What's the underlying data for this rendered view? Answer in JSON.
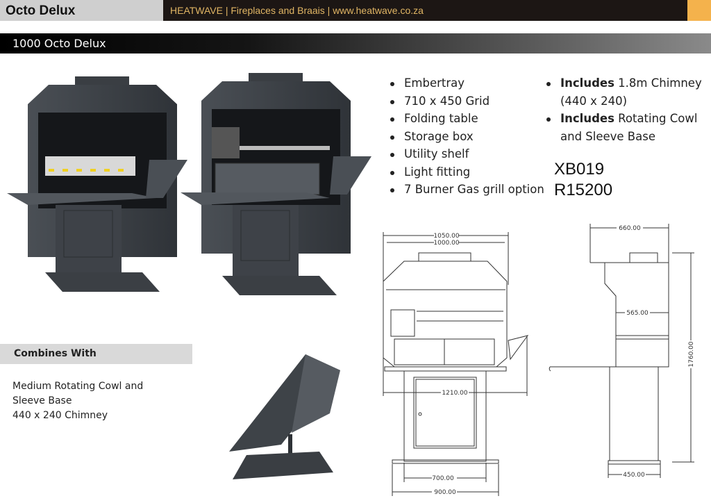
{
  "header": {
    "title": "Octo Delux",
    "brand": "HEATWAVE | Fireplaces and Braais | www.heatwave.co.za",
    "accent_color": "#f4b24c"
  },
  "model_bar": {
    "title": "1000 Octo Delux"
  },
  "features": [
    "Embertray",
    "710 x 450 Grid",
    "Folding table",
    "Storage box",
    "Utility shelf",
    "Light fitting",
    "7 Burner Gas grill option"
  ],
  "includes": [
    {
      "bold": "Includes",
      "text": " 1.8m Chimney (440 x 240)"
    },
    {
      "bold": "Includes",
      "text": " Rotating Cowl and Sleeve Base"
    }
  ],
  "product_code": "XB019",
  "price": "R15200",
  "combines": {
    "heading": "Combines With",
    "lines": [
      "Medium Rotating Cowl and",
      "Sleeve Base",
      "440 x 240 Chimney"
    ]
  },
  "dimensions": {
    "front": {
      "outer_width": "1050.00",
      "inner_width": "1000.00",
      "table_width": "1210.00",
      "base_width": "700.00",
      "foot_width": "900.00"
    },
    "side": {
      "depth": "660.00",
      "inner_depth": "565.00",
      "height": "1760.00",
      "base_depth": "450.00"
    }
  }
}
